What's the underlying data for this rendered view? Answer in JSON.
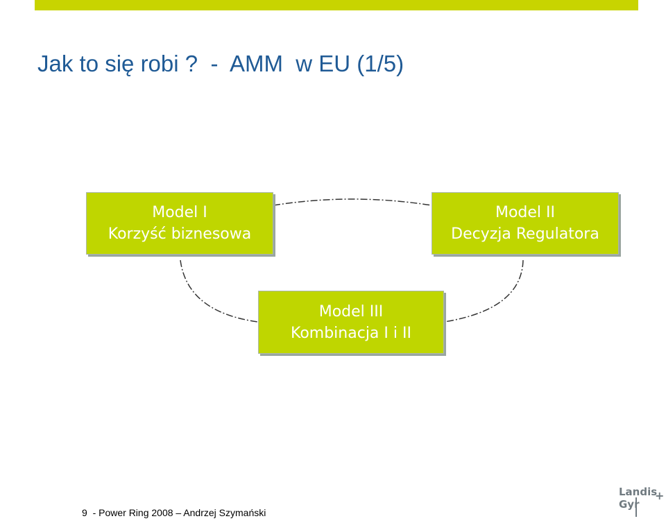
{
  "slide": {
    "title": "Jak to się robi ?  -  AMM  w EU (1/5)",
    "footer": "9  - Power Ring 2008 – Andrzej Szymański"
  },
  "models": [
    {
      "line1": "Model I",
      "line2": "Korzyść biznesowa"
    },
    {
      "line1": "Model II",
      "line2": "Decyzja Regulatora"
    },
    {
      "line1": "Model III",
      "line2": "Kombinacja I i II"
    }
  ],
  "logo": {
    "line1": "Landis",
    "line2": "Gyr",
    "plus": "+"
  },
  "colors": {
    "accent_bar": "#c8d400",
    "box_fill": "#bfd600",
    "title": "#1f5a95",
    "logo": "#707a80"
  }
}
